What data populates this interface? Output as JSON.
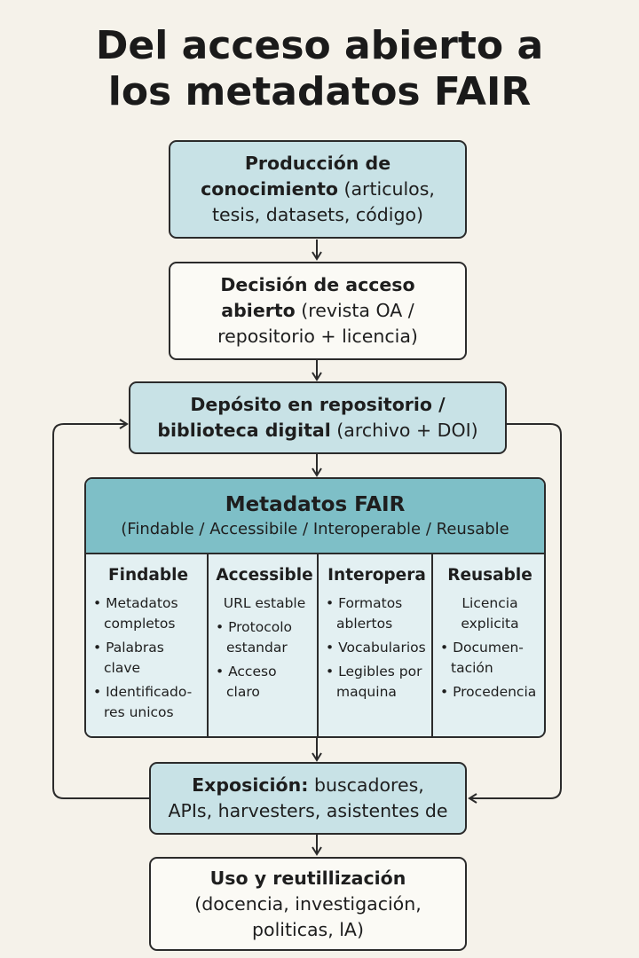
{
  "title_line1": "Del acceso abierto a",
  "title_line2": "los metadatos FAIR",
  "box1": {
    "line1": "Producción de",
    "line2_bold": "conocimiento",
    "line2_rest": " (articulos,",
    "line3": "tesis, datasets, código)"
  },
  "box2": {
    "line1": "Decisión de acceso",
    "line2_bold": "abierto",
    "line2_rest": " (revista OA /",
    "line3": "repositorio + licencia)"
  },
  "box3": {
    "line1": "Depósito en repositorio /",
    "line2_bold": "biblioteca digital",
    "line2_rest": " (archivo + DOI)"
  },
  "fair": {
    "title": "Metadatos FAIR",
    "subtitle": "(Findable / Accessibile / Interoperable / Reusable",
    "columns": [
      {
        "title": "Findable",
        "items": [
          {
            "bullet": true,
            "text": "Metadatos completos"
          },
          {
            "bullet": true,
            "text": "Palabras clave"
          },
          {
            "bullet": true,
            "text": "Identificado-res unicos"
          }
        ]
      },
      {
        "title": "Accessible",
        "items": [
          {
            "bullet": false,
            "text": "URL estable"
          },
          {
            "bullet": true,
            "text": "Protocolo estandar"
          },
          {
            "bullet": true,
            "text": "Acceso claro"
          }
        ]
      },
      {
        "title": "Interopera",
        "items": [
          {
            "bullet": true,
            "text": "Formatos ablertos"
          },
          {
            "bullet": true,
            "text": "Vocabularios"
          },
          {
            "bullet": true,
            "text": "Legibles por maquina"
          }
        ]
      },
      {
        "title": "Reusable",
        "items": [
          {
            "bullet": false,
            "text": "Licencia explicita"
          },
          {
            "bullet": true,
            "text": "Documen-tación"
          },
          {
            "bullet": true,
            "text": "Procedencia"
          }
        ]
      }
    ]
  },
  "box5": {
    "line1_bold": "Exposición:",
    "line1_rest": " buscadores,",
    "line2": "APIs, harvesters, asistentes de"
  },
  "box6": {
    "line1": "Uso y reutillización",
    "line2": "(docencia, investigación,",
    "line3": "politicas, lA)"
  }
}
